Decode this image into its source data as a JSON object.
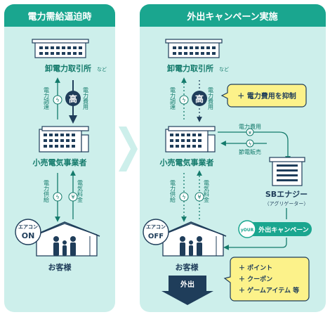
{
  "colors": {
    "panel_bg": "#cdefeb",
    "header_bg": "#1aa68f",
    "teal_dark": "#137a6b",
    "navy": "#1f3d5a",
    "building_fill": "#ffffff",
    "callout_yellow": "#fcf28a",
    "badge_white": "#ffffff"
  },
  "left_panel": {
    "title": "電力需給逼迫時",
    "exchange_label": "卸電力取引所",
    "exchange_suffix": "など",
    "arrow_up_label": "電力調達",
    "arrow_down_label": "電力費用",
    "high_badge": "高",
    "retailer_label": "小売電気事業者",
    "supply_label": "電力供給",
    "fee_label": "電気料金",
    "ac_label": "エアコン",
    "ac_state": "ON",
    "customer_label": "お客様"
  },
  "right_panel": {
    "title": "外出キャンペーン実施",
    "exchange_label": "卸電力取引所",
    "exchange_suffix": "など",
    "arrow_up_label": "電力調達",
    "arrow_down_label": "電力費用",
    "high_badge": "高",
    "callout_suppress": "＋ 電力費用を抑制",
    "retailer_label": "小売電気事業者",
    "to_sb_label": "電力費用",
    "from_sb_label": "節電販売",
    "sb_name": "SBエナジー",
    "sb_sub": "（アグリゲーター）",
    "supply_label": "電力供給",
    "fee_label": "電気料金",
    "ac_label": "エアコン",
    "ac_state": "OFF",
    "customer_label": "お客様",
    "your_badge": "yOUR",
    "campaign_label": "外出キャンペーン",
    "outing_label": "外出",
    "rewards": [
      "＋ ポイント",
      "＋ クーポン",
      "＋ ゲームアイテム 等"
    ]
  },
  "icons": [
    "lightning-icon",
    "yen-icon",
    "building-icon",
    "house-icon",
    "family-icon",
    "chevron-right-icon"
  ]
}
